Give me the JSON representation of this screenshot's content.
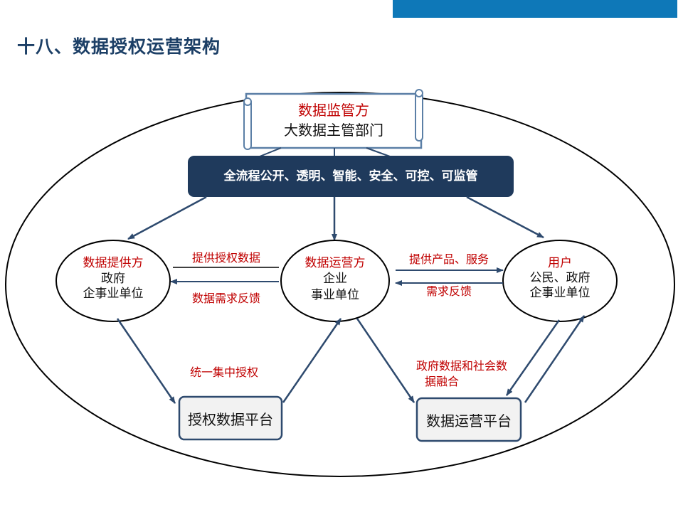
{
  "title": "十八、数据授权运营架构",
  "regulator": {
    "role": "数据监管方",
    "name": "大数据主管部门"
  },
  "banner": "全流程公开、透明、智能、安全、可控、可监管",
  "provider": {
    "role": "数据提供方",
    "line1": "政府",
    "line2": "企事业单位"
  },
  "operator": {
    "role": "数据运营方",
    "line1": "企业",
    "line2": "事业单位"
  },
  "user": {
    "role": "用户",
    "line1": "公民、政府",
    "line2": "企事业单位"
  },
  "edges": {
    "provide_data": "提供授权数据",
    "demand_feedback_left": "数据需求反馈",
    "provide_products": "提供产品、服务",
    "demand_feedback_right": "需求反馈",
    "unified_auth": "统一集中授权",
    "data_fusion_line1": "政府数据和社会数",
    "data_fusion_line2": "据融合"
  },
  "platforms": {
    "auth": "授权数据平台",
    "ops": "数据运营平台"
  },
  "colors": {
    "topbar": "#0e78b8",
    "title": "#1c3f66",
    "banner": "#1f3a5c",
    "accent_red": "#c00000",
    "arrow": "#2e4a6e"
  }
}
